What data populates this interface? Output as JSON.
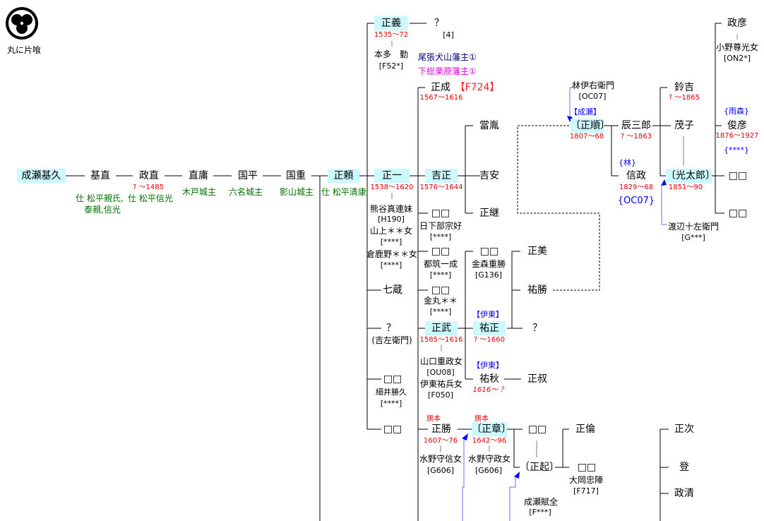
{
  "crest": {
    "icon": "maru-ni-katabami-crest-icon",
    "label": "丸に片喰"
  },
  "notes": {
    "inuyama": "尾張犬山藩主①",
    "kurihara": "下総栗原藩主①",
    "f724": "【F724】"
  },
  "nodes": {
    "motohisa": {
      "name": "成瀬基久"
    },
    "motonao": {
      "name": "基直",
      "note": "仕 松平親氏,",
      "note2": "泰親,信光"
    },
    "masanao": {
      "name": "政直",
      "dates": "? ～1485",
      "note": "仕 松平信光"
    },
    "naoyasu": {
      "name": "直庸",
      "note": "木戸城主"
    },
    "kunihira": {
      "name": "国平",
      "note": "六名城主"
    },
    "kunishige": {
      "name": "国重",
      "note": "影山城主"
    },
    "masayori": {
      "name": "正頼",
      "note": "仕 松平清康"
    },
    "masayoshi": {
      "name": "正義",
      "dates": "1535～72",
      "spouse": "本多　勤",
      "ref": "[F52*]"
    },
    "unknown4": {
      "name": "？",
      "ref": "[4]"
    },
    "masakazu": {
      "name": "正一",
      "dates": "1538～1620",
      "spouses": [
        {
          "name": "熊谷真連妹",
          "ref": "[H190]"
        },
        {
          "name": "山上＊＊女",
          "ref": "[****]"
        },
        {
          "name": "倉鹿野＊＊女",
          "ref": "[****]"
        }
      ]
    },
    "shichizo": {
      "name": "七蔵"
    },
    "kichizaemon": {
      "name": "？",
      "sub": "(吉左衛門)"
    },
    "unk_hosoi": {
      "name": "□□",
      "spouse": "細井勝久",
      "ref": "[****]"
    },
    "unk_bottom": {
      "name": "□□"
    },
    "masanari": {
      "name": "正成",
      "dates": "1567～1616"
    },
    "yoshimasa": {
      "name": "吉正",
      "dates": "1576～1644"
    },
    "unk_kusakabe": {
      "name": "□□",
      "spouse": "日下部宗好",
      "ref": "[****]"
    },
    "unk_tsuzuki": {
      "name": "□□",
      "spouse": "都筑一成",
      "ref": "[****]"
    },
    "unk_kanemaru": {
      "name": "□□",
      "spouse": "金丸＊＊",
      "ref": "[****]"
    },
    "masatake": {
      "name": "正武",
      "dates": "1585～1616",
      "spouses": [
        {
          "name": "山口重政女",
          "ref": "[OU08]"
        },
        {
          "name": "伊東祐兵女",
          "ref": "[F050]"
        }
      ]
    },
    "masakatsu": {
      "name": "正勝",
      "badge": "旗本",
      "dates": "1607～76",
      "spouse": "水野守信女",
      "ref": "[G606]"
    },
    "tokitane": {
      "name": "當胤"
    },
    "yoshiyasu": {
      "name": "吉安"
    },
    "masatsugu": {
      "name": "正継"
    },
    "unk_kanamori": {
      "name": "□□",
      "spouse": "金森重勝",
      "ref": "[G136]"
    },
    "sukemasa": {
      "name": "祐正",
      "clan": "【伊東】",
      "dates": "? ～1660"
    },
    "sukeaki": {
      "name": "祐秋",
      "clan": "【伊東】",
      "dates": "1616～ ？"
    },
    "masaaki": {
      "name": "〔正章〕",
      "badge": "旗本",
      "dates": "1642～96",
      "spouse": "水野守政女",
      "ref": "[G606]"
    },
    "masayoshi2": {
      "name": "正美"
    },
    "sukekatsu": {
      "name": "祐勝"
    },
    "unk_q": {
      "name": "？"
    },
    "masatoshi": {
      "name": "正叔"
    },
    "unk_after_aki": {
      "name": "□□"
    },
    "masaoki": {
      "name": "〔正起〕",
      "adopt_from": "成瀬賦全",
      "adopt_ref": "[F***]"
    },
    "masanori": {
      "name": "正倫"
    },
    "unk_ooka": {
      "name": "□□",
      "spouse": "大岡忠陣",
      "ref": "[F717]"
    },
    "masayori2": {
      "name": "〔正順〕",
      "clan": "【成瀬】",
      "dates": "1807～68",
      "adopt_from": "林伊右衛門",
      "adopt_ref": "[OC07]"
    },
    "tatsusaburo": {
      "name": "辰三郎",
      "dates": "? ～1863"
    },
    "nobumasa": {
      "name": "信政",
      "clan": "{林}",
      "dates": "1829～68",
      "ref": "{OC07}"
    },
    "suzukichi": {
      "name": "鈴吉",
      "dates": "? ～1865"
    },
    "shigeko": {
      "name": "茂子"
    },
    "kotaro": {
      "name": "〔光太郎〕",
      "dates": "1851～90",
      "adopt_from": "渡辺十左衛門",
      "adopt_ref": "[G***]"
    },
    "masahiko": {
      "name": "政彦",
      "spouse": "小野尊光女",
      "ref": "[ON2*]"
    },
    "toshihiko": {
      "name": "俊彦",
      "clan": "{雨森}",
      "dates": "1876～1927",
      "ref": "{****}"
    },
    "unk_k1": {
      "name": "□□"
    },
    "unk_k2": {
      "name": "□□"
    },
    "masatsugu2": {
      "name": "正次"
    },
    "noboru": {
      "name": "登"
    },
    "masakiyo": {
      "name": "政清"
    }
  }
}
